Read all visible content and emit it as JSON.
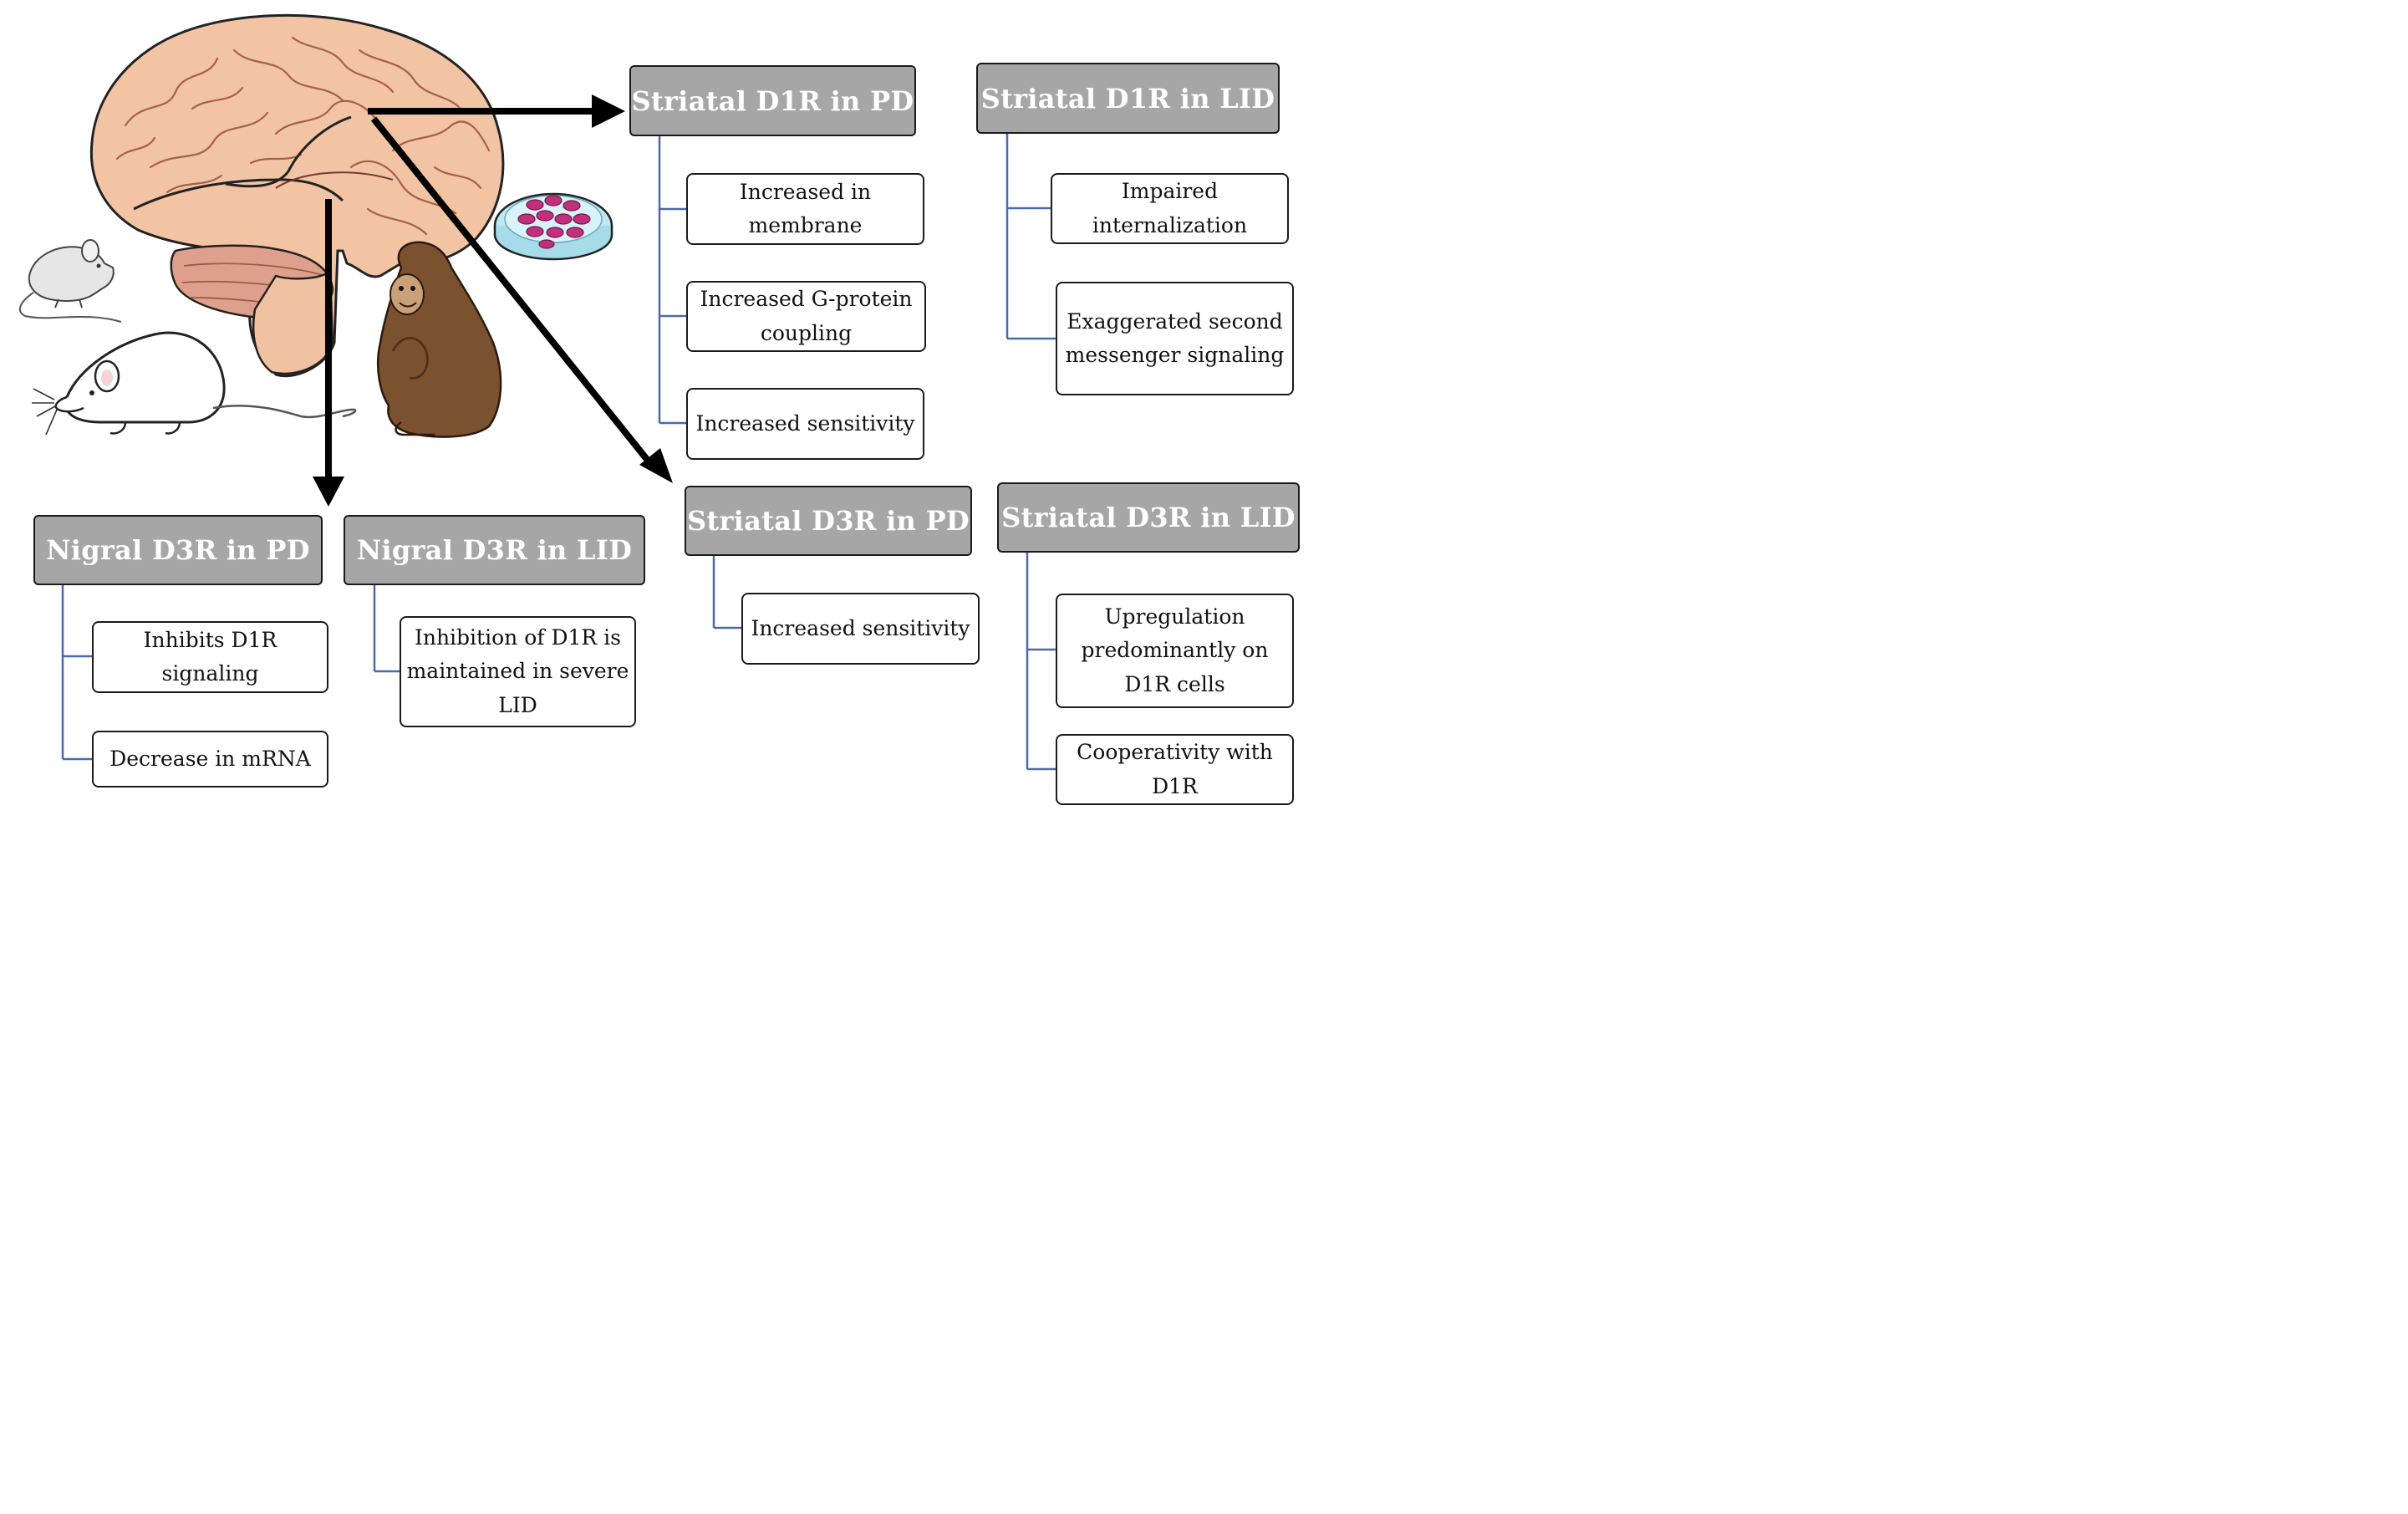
{
  "groups": [
    {
      "key": "striatal_d1r_pd",
      "header": "Striatal D1R in PD",
      "items": [
        "Increased in membrane",
        "Increased G-protein coupling",
        "Increased sensitivity"
      ]
    },
    {
      "key": "striatal_d1r_lid",
      "header": "Striatal D1R in LID",
      "items": [
        "Impaired internalization",
        "Exaggerated second messenger signaling"
      ]
    },
    {
      "key": "striatal_d3r_pd",
      "header": "Striatal D3R in PD",
      "items": [
        "Increased sensitivity"
      ]
    },
    {
      "key": "striatal_d3r_lid",
      "header": "Striatal D3R in LID",
      "items": [
        "Upregulation predominantly on D1R cells",
        "Cooperativity with D1R"
      ]
    },
    {
      "key": "nigral_d3r_pd",
      "header": "Nigral D3R in PD",
      "items": [
        "Inhibits D1R signaling",
        "Decrease in mRNA"
      ]
    },
    {
      "key": "nigral_d3r_lid",
      "header": "Nigral D3R in LID",
      "items": [
        "Inhibition of D1R is maintained in severe LID"
      ]
    }
  ],
  "illustrations": [
    "brain-illustration",
    "mouse-illustration",
    "rat-illustration",
    "monkey-illustration",
    "petri-dish-illustration"
  ],
  "colors": {
    "header_fill": "#a6a6a6",
    "connector": "#4a6aa8",
    "brain": "#f2c4a4",
    "cerebellum": "#dea08c",
    "monkey": "#7a5230",
    "petri": "#bfe8f2",
    "cells": "#c0307c"
  }
}
